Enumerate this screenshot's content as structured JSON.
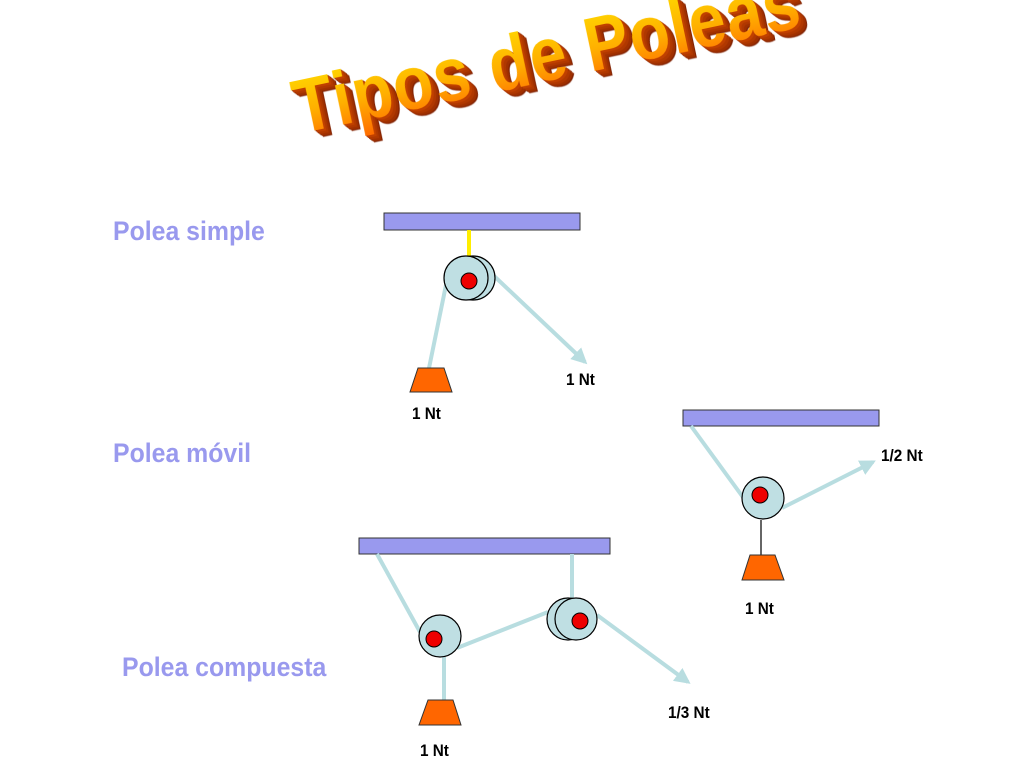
{
  "title": "Tipos de Poleas",
  "colors": {
    "beam": "#9999ee",
    "rope": "#b8dde0",
    "pulley": "#bfdfe3",
    "axle": "#ee0000",
    "weight": "#ff6600",
    "hanger_simple": "#ffee00",
    "label": "#9999ee"
  },
  "sections": [
    {
      "label": "Polea simple",
      "weight_label": "1 Nt",
      "force_label": "1 Nt"
    },
    {
      "label": "Polea móvil",
      "weight_label": "1 Nt",
      "force_label": "1/2 Nt"
    },
    {
      "label": "Polea compuesta",
      "weight_label": "1 Nt",
      "force_label": "1/3 Nt"
    }
  ]
}
